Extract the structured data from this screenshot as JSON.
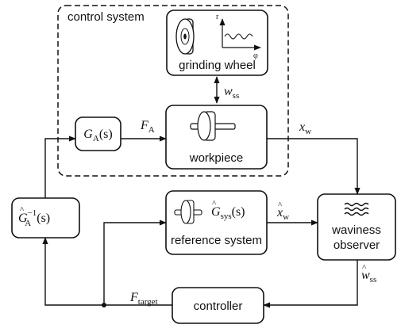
{
  "control_system": {
    "label": "control system"
  },
  "blocks": {
    "grinding_wheel": {
      "label": "grinding wheel",
      "axis_r": "r",
      "axis_phi": "φ"
    },
    "actuator": {
      "symbol": "G",
      "sub": "A",
      "arg": "(s)"
    },
    "workpiece": {
      "label": "workpiece"
    },
    "inverse_actuator": {
      "symbol": "G",
      "sub": "A",
      "sup": "−1",
      "arg": "(s)"
    },
    "reference_system": {
      "label": "reference system",
      "symbol": "G",
      "sub": "sys",
      "arg": "(s)"
    },
    "waviness_observer": {
      "label_line1": "waviness",
      "label_line2": "observer"
    },
    "controller": {
      "label": "controller"
    }
  },
  "signals": {
    "w_ss": {
      "symbol": "w",
      "sub": "ss"
    },
    "F_A": {
      "symbol": "F",
      "sub": "A"
    },
    "x_w": {
      "symbol": "x",
      "sub": "w"
    },
    "x_w_hat": {
      "symbol": "x",
      "sub": "w"
    },
    "w_ss_hat": {
      "symbol": "w",
      "sub": "ss"
    },
    "F_target": {
      "symbol": "F",
      "sub": "target"
    }
  }
}
